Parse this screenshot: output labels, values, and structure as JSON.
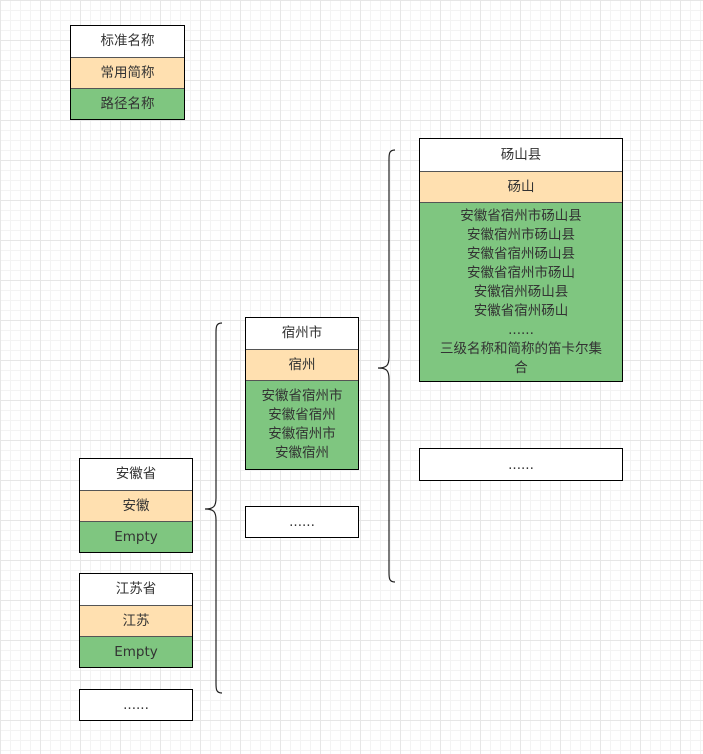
{
  "legend": {
    "standard_name": "标准名称",
    "common_abbr": "常用简称",
    "path_name": "路径名称"
  },
  "provinces": [
    {
      "name": "安徽省",
      "abbr": "安徽",
      "path": "Empty"
    },
    {
      "name": "江苏省",
      "abbr": "江苏",
      "path": "Empty"
    }
  ],
  "province_more": "......",
  "city": {
    "name": "宿州市",
    "abbr": "宿州",
    "paths": [
      "安徽省宿州市",
      "安徽省宿州",
      "安徽宿州市",
      "安徽宿州"
    ]
  },
  "city_more": "......",
  "county": {
    "name": "砀山县",
    "abbr": "砀山",
    "paths": [
      "安徽省宿州市砀山县",
      "安徽宿州市砀山县",
      "安徽省宿州砀山县",
      "安徽省宿州市砀山",
      "安徽宿州砀山县",
      "安徽省宿州砀山",
      "......",
      "三级名称和简称的笛卡尔集",
      "合"
    ]
  },
  "county_more": "......"
}
